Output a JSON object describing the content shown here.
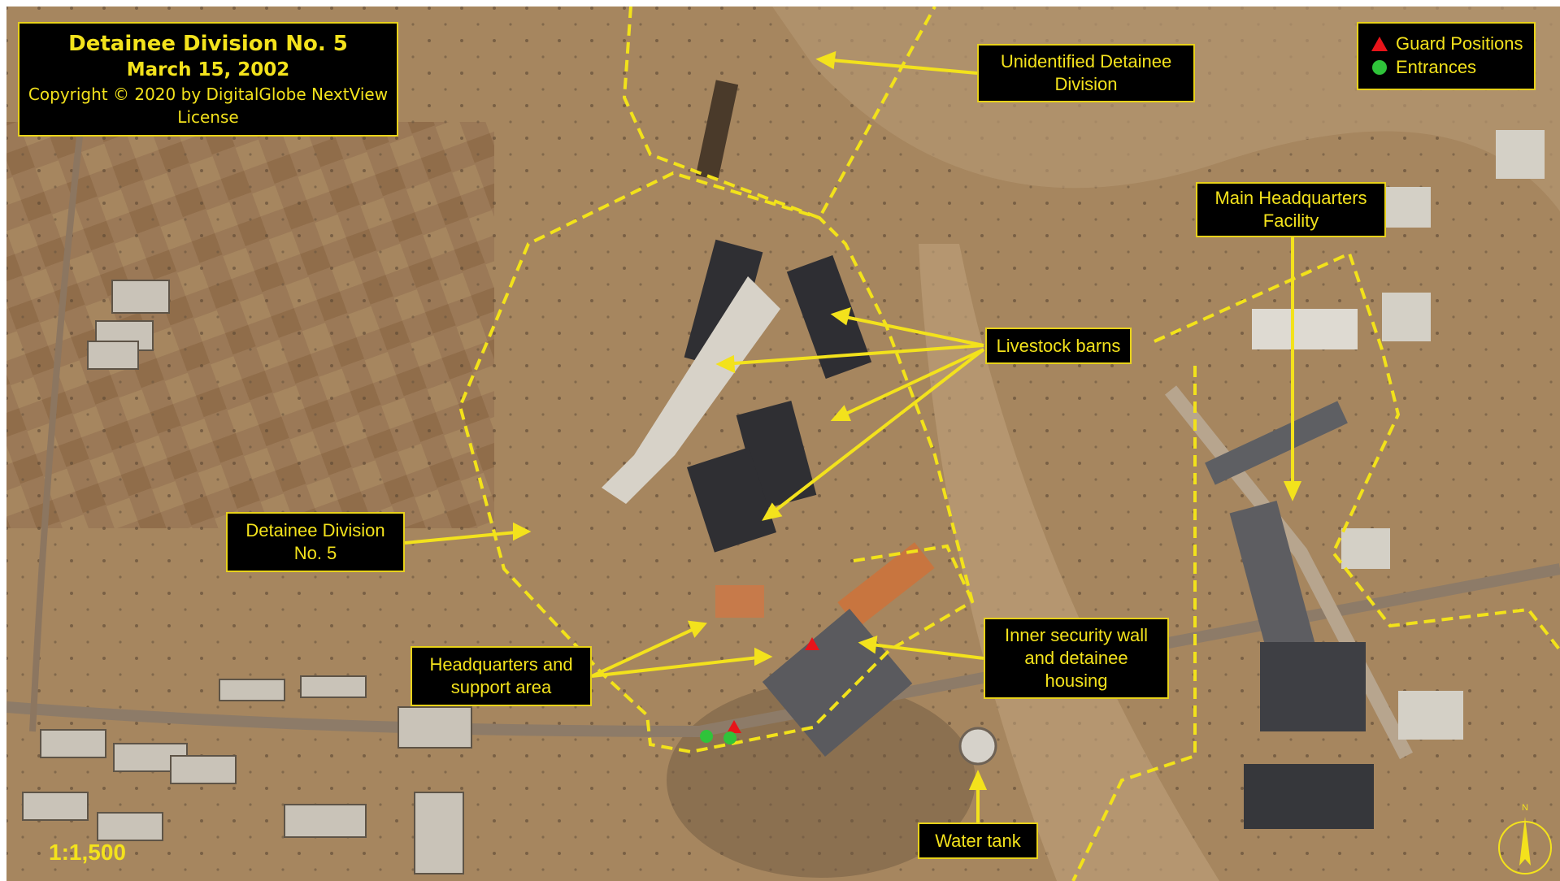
{
  "title": {
    "line1": "Detainee Division No. 5",
    "line2": "March 15, 2002",
    "line3": "Copyright © 2020 by DigitalGlobe NextView",
    "line4": "License"
  },
  "legend": {
    "guard": "Guard Positions",
    "entrances": "Entrances",
    "guard_color": "#e8141a",
    "entrance_color": "#2fc33a"
  },
  "labels": {
    "unidentified": [
      "Unidentified Detainee",
      "Division"
    ],
    "main_hq": [
      "Main Headquarters",
      "Facility"
    ],
    "livestock": [
      "Livestock barns"
    ],
    "detainee5": [
      "Detainee Division",
      "No. 5"
    ],
    "hq_support": [
      "Headquarters and",
      "support area"
    ],
    "inner_wall": [
      "Inner security wall",
      "and detainee",
      "housing"
    ],
    "water_tank": [
      "Water tank"
    ]
  },
  "scale": "1:1,500",
  "north_label": "N",
  "colors": {
    "annotation_yellow": "#f3e21c",
    "boundary_yellow": "#f2e21a",
    "terrain": "#a0825e"
  }
}
